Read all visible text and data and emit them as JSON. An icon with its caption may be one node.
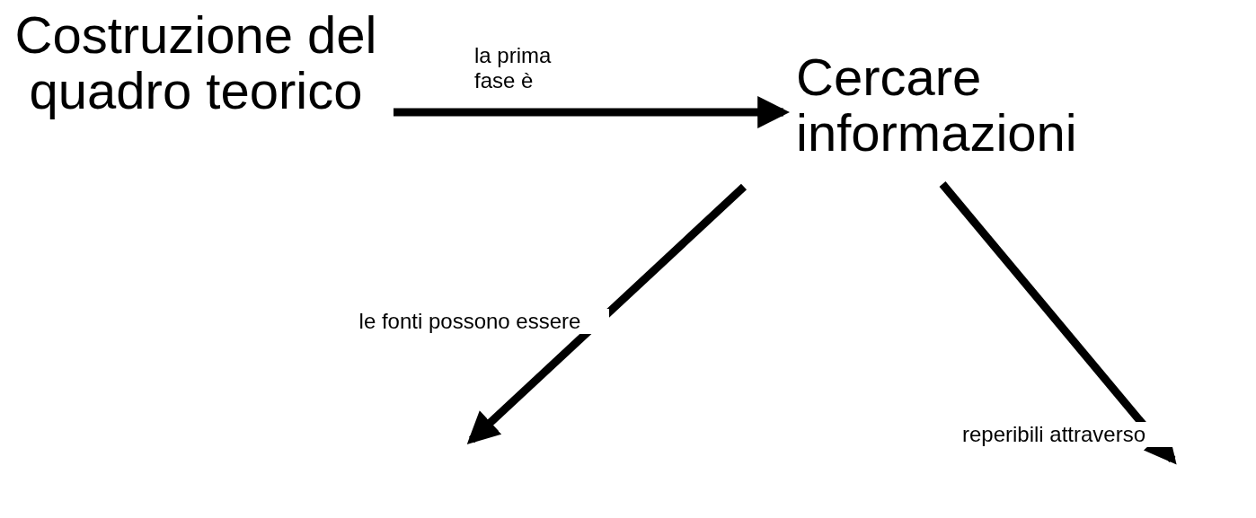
{
  "diagram": {
    "nodes": [
      {
        "text": [
          "Costruzione del quadro teorico"
        ]
      },
      {
        "text": [
          "Cercare informazioni"
        ]
      }
    ],
    "edges": [
      {
        "from": 0,
        "to": 1,
        "arrow": "to",
        "label": "la prima fase è"
      },
      {
        "from": 1,
        "to": null,
        "arrow": "to",
        "label": "le fonti possono essere"
      },
      {
        "from": 1,
        "to": null,
        "arrow": "to",
        "label": "reperibili attraverso"
      }
    ]
  }
}
